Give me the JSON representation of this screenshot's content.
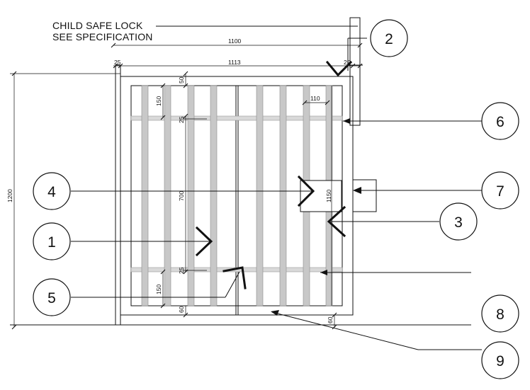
{
  "notes": {
    "line1": "CHILD SAFE LOCK",
    "line2": "SEE SPECIFICATION"
  },
  "dimensions": {
    "overall_width": "1100",
    "inner_width": "1113",
    "side_gap_left": "25",
    "side_gap_right": "25",
    "overall_height": "1200",
    "top_offset": "50",
    "picket_spacing": "150",
    "picket_width": "110",
    "rail_thickness_top": "25",
    "rail_spacing": "700",
    "rail_thickness_bottom": "25",
    "bottom_spacing": "150",
    "bottom_offset_left": "60",
    "bottom_offset_right": "60",
    "latch_height": "1150"
  },
  "callouts": [
    "1",
    "2",
    "3",
    "4",
    "5",
    "6",
    "7",
    "8",
    "9"
  ],
  "colors": {
    "line": "#111111",
    "picket_fill": "#c8c8c8",
    "picket_stroke": "#8a8a8a",
    "rail_fill": "#d9d9d9",
    "background": "#ffffff"
  }
}
